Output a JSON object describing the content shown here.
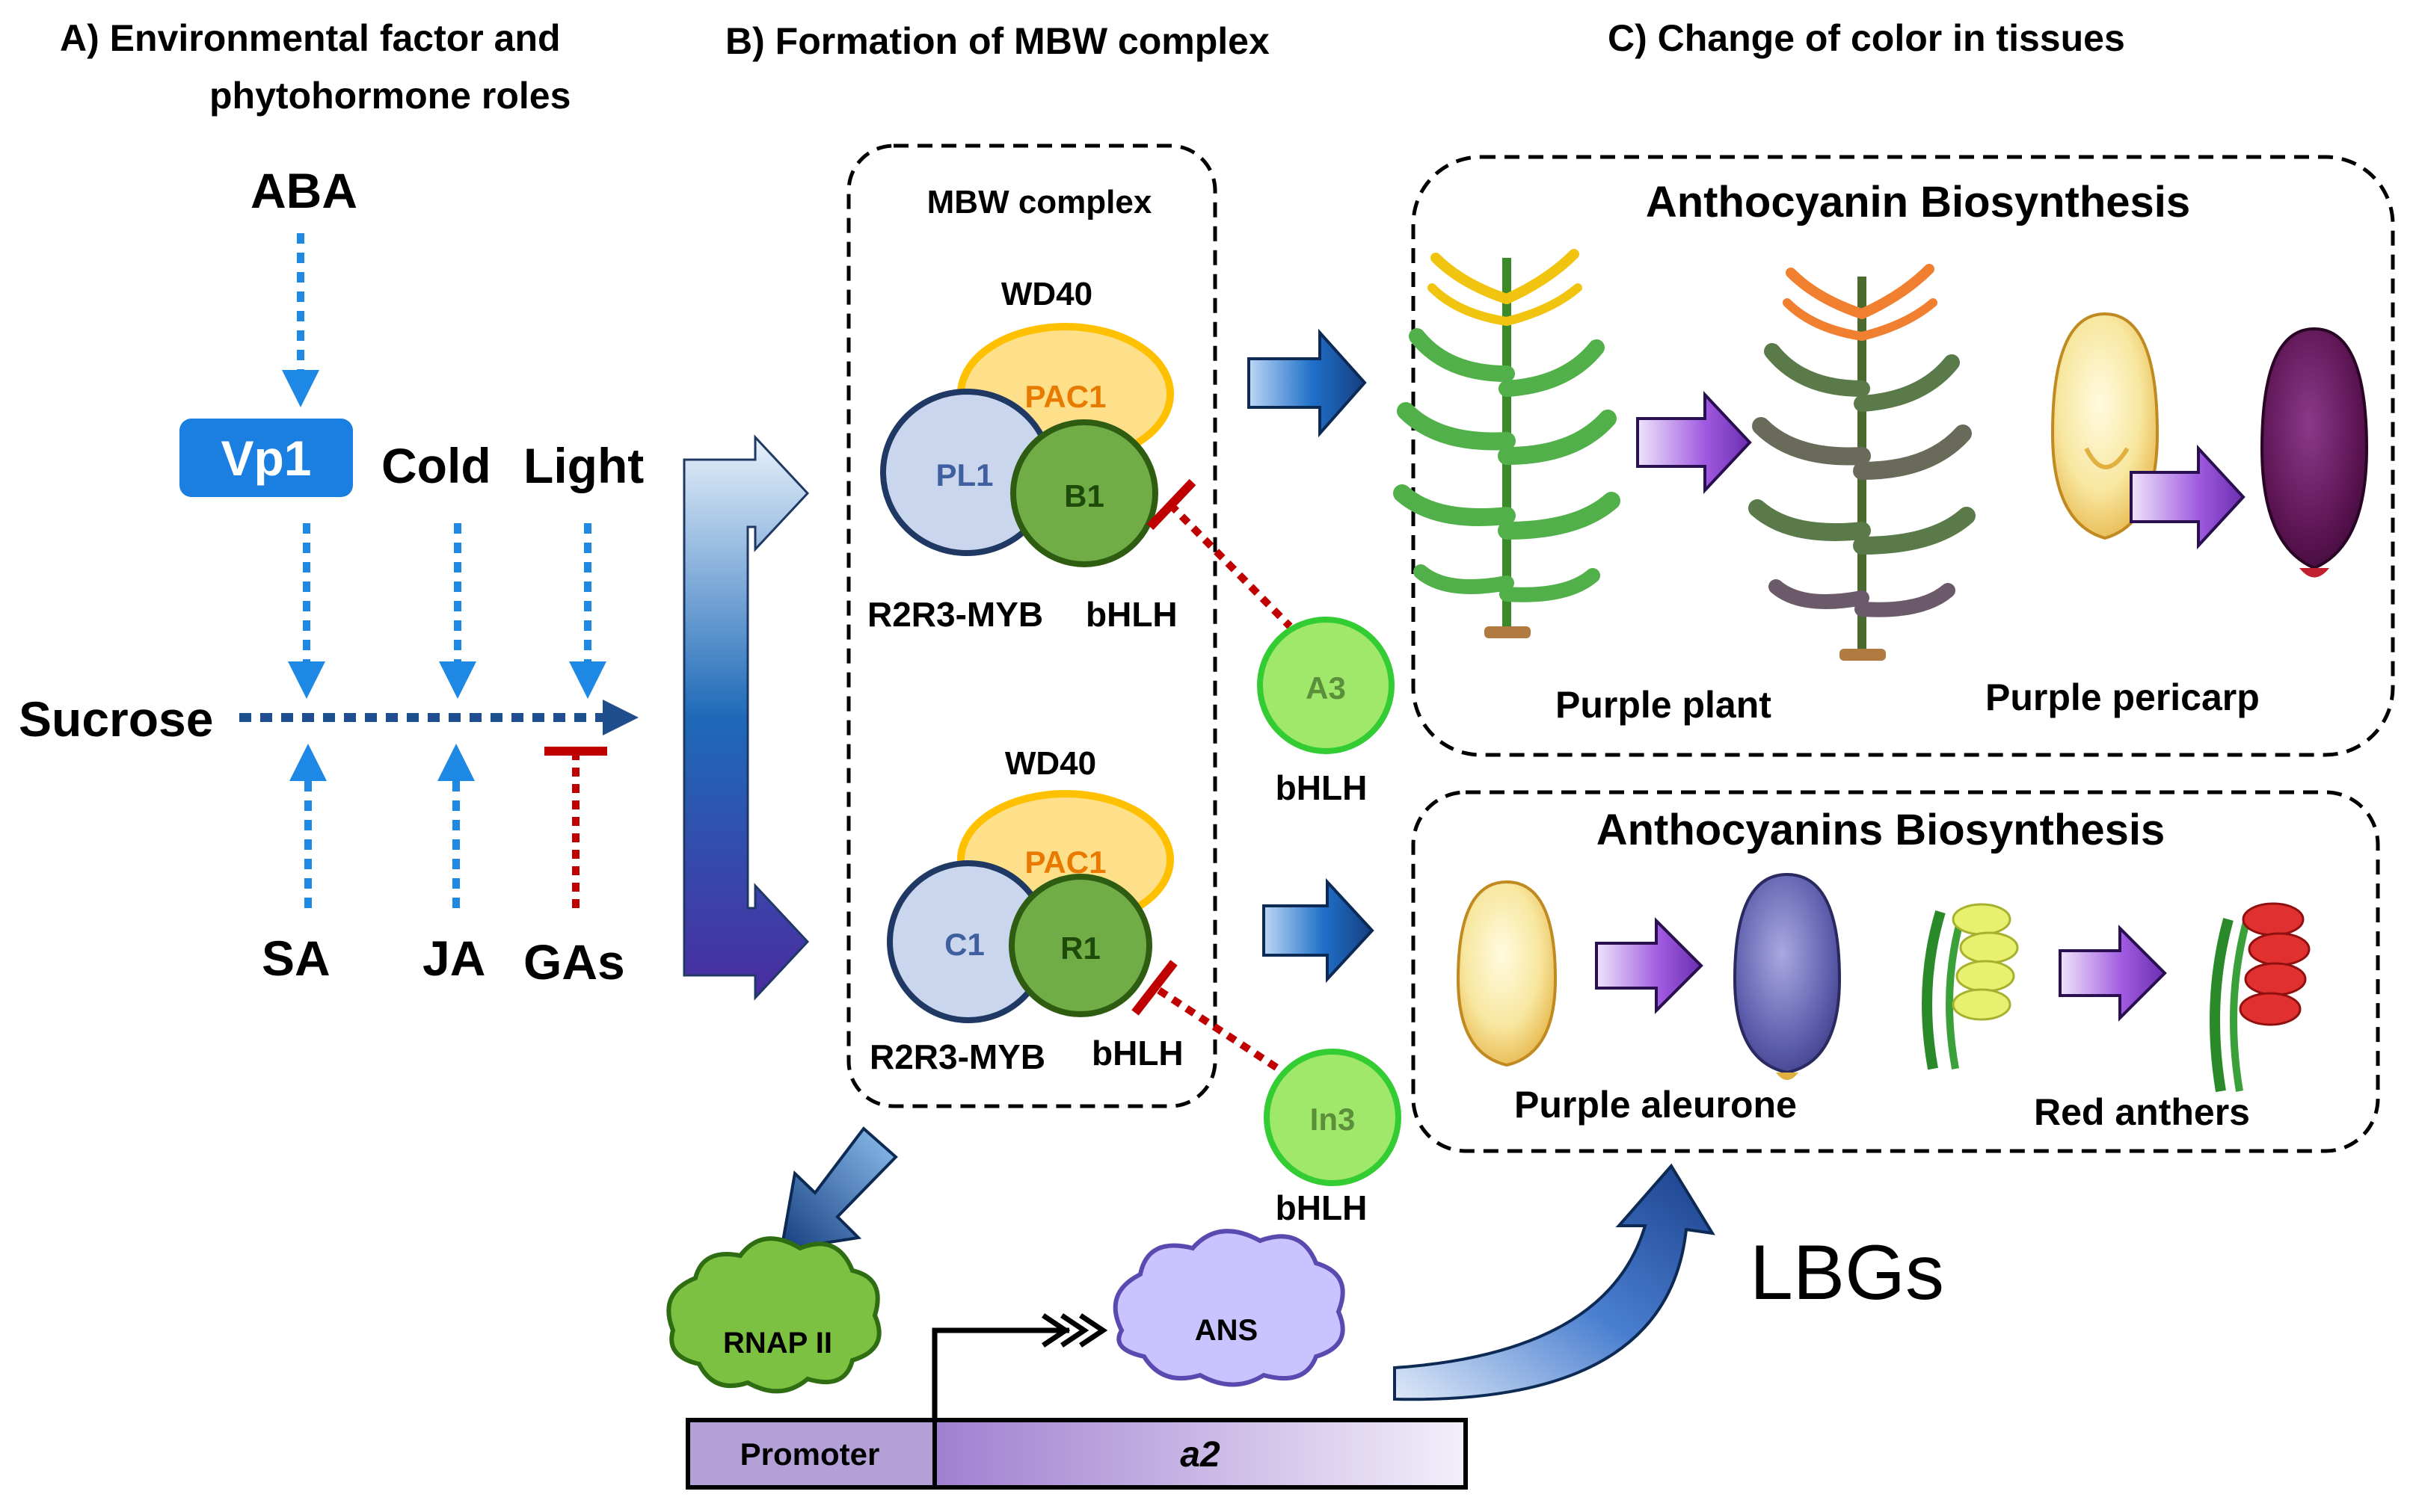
{
  "panels": {
    "a_title_line1": "A) Environmental factor and",
    "a_title_line2": "phytohormone roles",
    "b_title": "B) Formation of MBW complex",
    "c_title": "C) Change of color in tissues"
  },
  "panel_a": {
    "aba": "ABA",
    "vp1": "Vp1",
    "cold": "Cold",
    "light": "Light",
    "sucrose": "Sucrose",
    "sa": "SA",
    "ja": "JA",
    "gas": "GAs"
  },
  "panel_b": {
    "box_title": "MBW complex",
    "complex1": {
      "wd40": "WD40",
      "pac1": "PAC1",
      "myb": "PL1",
      "bhlh": "B1",
      "myb_label": "R2R3-MYB",
      "bhlh_label": "bHLH"
    },
    "complex2": {
      "wd40": "WD40",
      "pac1": "PAC1",
      "myb": "C1",
      "bhlh": "R1",
      "myb_label": "R2R3-MYB",
      "bhlh_label": "bHLH"
    },
    "repressor1": {
      "name": "A3",
      "label": "bHLH"
    },
    "repressor2": {
      "name": "In3",
      "label": "bHLH"
    }
  },
  "panel_c": {
    "box1_title": "Anthocyanin Biosynthesis",
    "box1_left_caption": "Purple plant",
    "box1_right_caption": "Purple pericarp",
    "box2_title": "Anthocyanins Biosynthesis",
    "box2_left_caption": "Purple aleurone",
    "box2_right_caption": "Red anthers"
  },
  "gene": {
    "rnap": "RNAP II",
    "ans": "ANS",
    "promoter": "Promoter",
    "gene_name": "a2",
    "lbgs": "LBGs"
  },
  "colors": {
    "dotted_blue": "#1e88e5",
    "sucrose_arrow": "#1f4e8c",
    "inhibit_red": "#c00000",
    "vp1_fill": "#1a7fe0",
    "pac1_fill": "#ffe08a",
    "pac1_stroke": "#ffc000",
    "pac1_text": "#e87a00",
    "myb_fill": "#c9d6ee",
    "myb_stroke": "#1f3864",
    "bhlh_fill": "#70ad47",
    "bhlh_stroke": "#2e5d12",
    "repressor_fill": "#9fe86b",
    "repressor_stroke": "#33cc33",
    "rnap_fill": "#7dc142",
    "ans_fill": "#c9c3ff",
    "promoter_fill": "#b3a0d6"
  }
}
